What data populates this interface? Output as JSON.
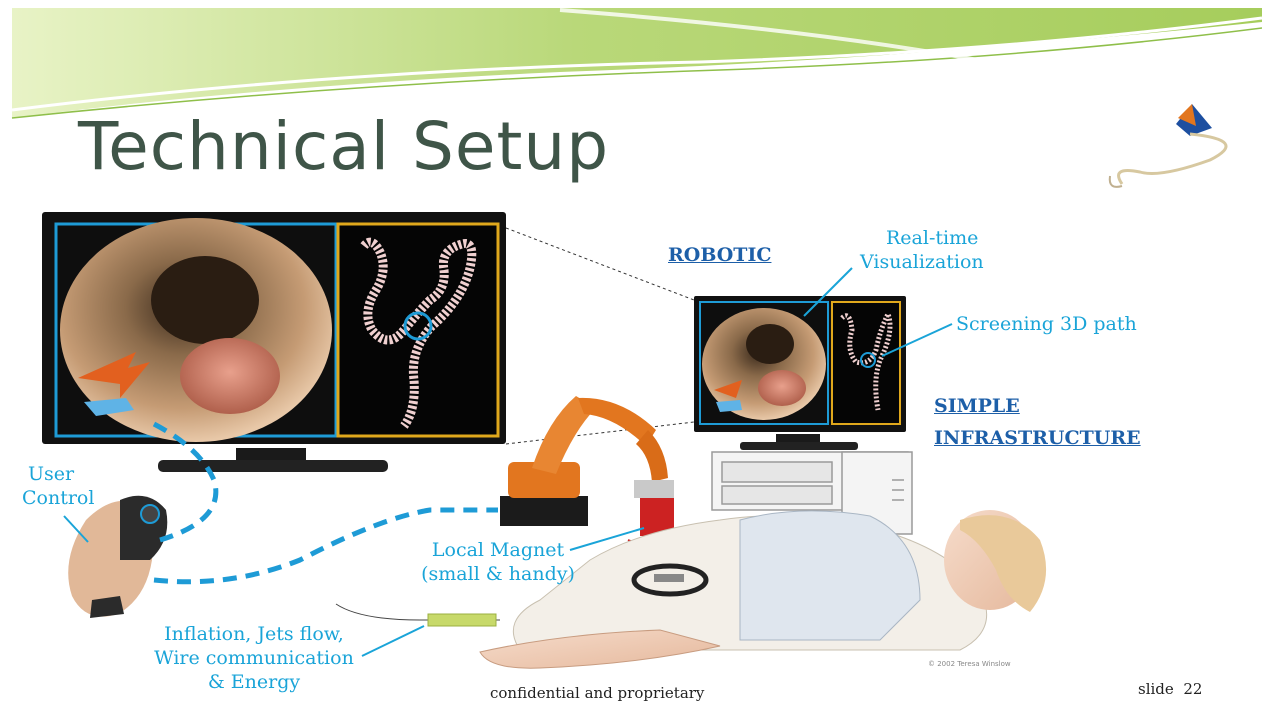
{
  "slide": {
    "title": "Technical Setup",
    "footer_center": "confidential and proprietary",
    "footer_right_label": "slide",
    "footer_right_number": "22",
    "copyright": "© 2002 Teresa Winslow"
  },
  "labels": {
    "robotic": "ROBOTIC",
    "realtime_line1": "Real-time",
    "realtime_line2": "Visualization",
    "screening": "Screening 3D path",
    "simple_line1": "SIMPLE",
    "simple_line2": "INFRASTRUCTURE",
    "user_line1": "User",
    "user_line2": "Control",
    "magnet_line1": "Local Magnet",
    "magnet_line2": "(small & handy)",
    "inflation_line1": "Inflation, Jets flow,",
    "inflation_line2": "Wire communication",
    "inflation_line3": "& Energy"
  },
  "colors": {
    "title": "#3f5548",
    "callout": "#1aa4d8",
    "heading": "#1d5fa8",
    "banner": "#b8d67a",
    "robot": "#e2761f"
  }
}
